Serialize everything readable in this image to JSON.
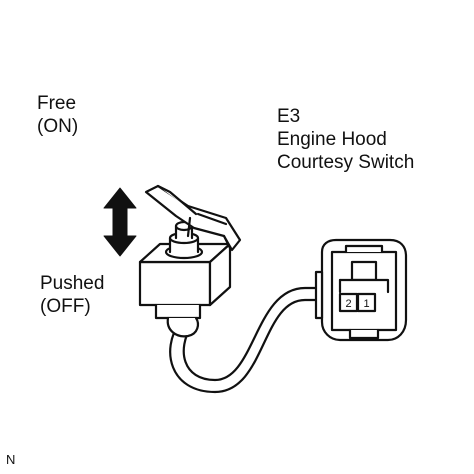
{
  "labels": {
    "free_line1": "Free",
    "free_line2": "(ON)",
    "pushed_line1": "Pushed",
    "pushed_line2": "(OFF)",
    "part_code": "E3",
    "part_name_line1": "Engine Hood",
    "part_name_line2": "Courtesy Switch",
    "figure_ref": "N"
  },
  "connector": {
    "pins": [
      "2",
      "1"
    ]
  },
  "icons": {
    "travel_arrow": "double-headed-vertical-arrow"
  },
  "colors": {
    "line": "#111111",
    "background": "#ffffff"
  }
}
